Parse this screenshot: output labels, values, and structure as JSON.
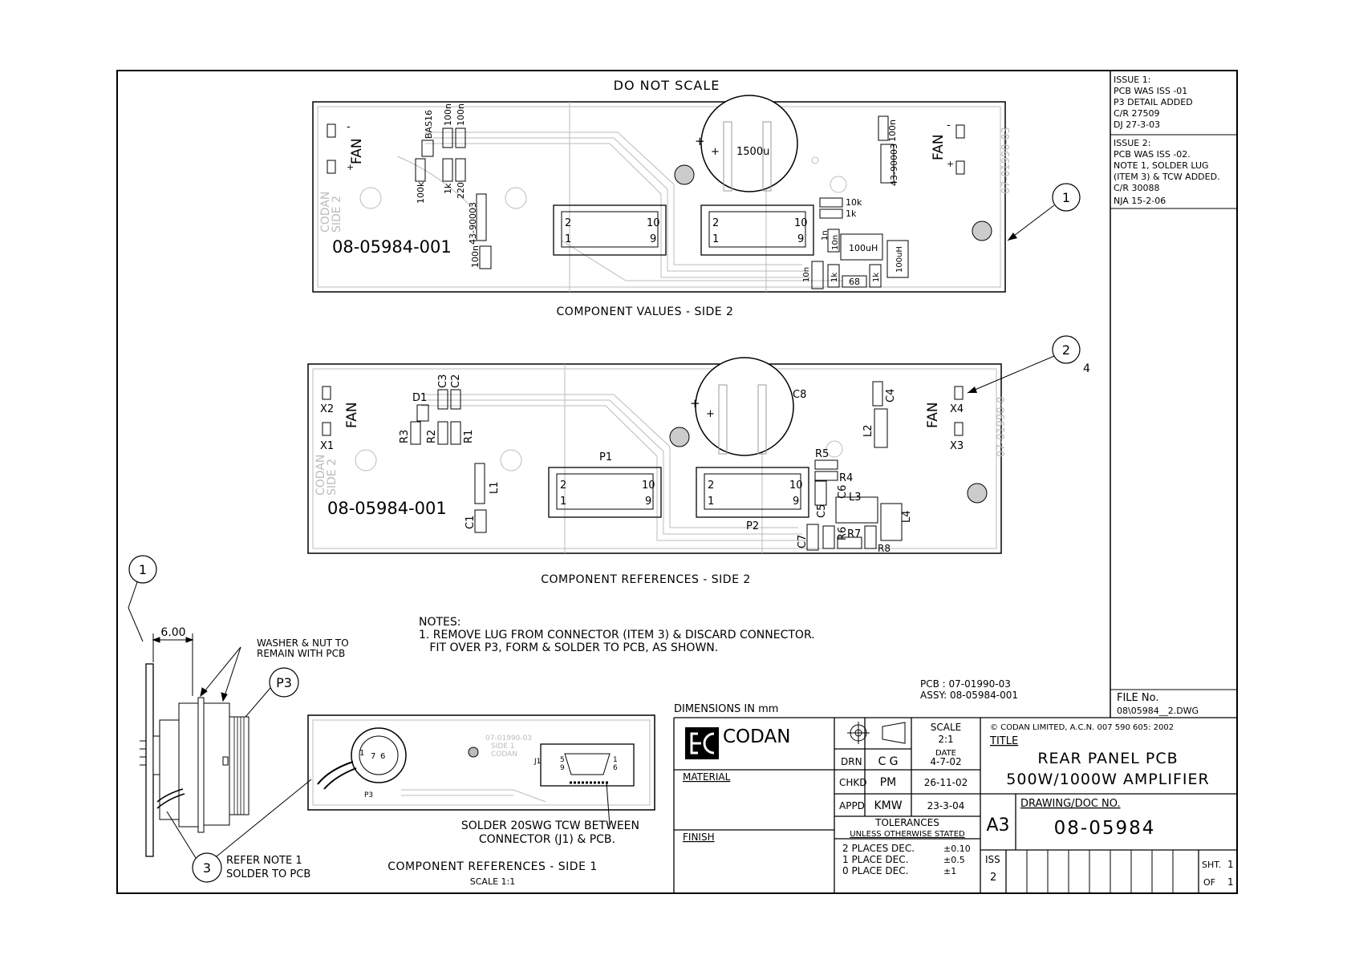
{
  "header": {
    "do_not_scale": "DO NOT SCALE"
  },
  "revisions": [
    {
      "lines": [
        "ISSUE 1:",
        "PCB WAS ISS -01",
        "P3 DETAIL ADDED",
        "C/R 27509",
        "DJ   27-3-03"
      ]
    },
    {
      "lines": [
        "ISSUE 2:",
        "PCB WAS ISS -02.",
        "NOTE 1, SOLDER LUG",
        "(ITEM 3) & TCW ADDED.",
        "C/R 30088",
        "NJA  15-2-06"
      ]
    }
  ],
  "view1": {
    "caption": "COMPONENT VALUES - SIDE 2",
    "part_number": "08-05984-001",
    "codan_side": [
      "CODAN",
      "SIDE 2"
    ],
    "fan": "FAN",
    "pcb_mark": "07-01990-03",
    "cap_value": "1500u",
    "plus": "+",
    "minus": "-",
    "components": [
      "BAS16",
      "100n",
      "100n",
      "100k",
      "1k",
      "220",
      "43-90003",
      "100n",
      "100n",
      "43-90003",
      "10k",
      "1k",
      "1n",
      "10n",
      "100uH",
      "100uH",
      "10n",
      "1k",
      "68",
      "1k"
    ],
    "conn_pins": [
      "2",
      "10",
      "1",
      "9"
    ]
  },
  "view2": {
    "caption": "COMPONENT REFERENCES - SIDE 2",
    "part_number": "08-05984-001",
    "codan_side": [
      "CODAN",
      "SIDE 2"
    ],
    "fan": "FAN",
    "pcb_mark": "07-01990-0",
    "refs": [
      "X2",
      "X1",
      "D1",
      "C3",
      "C2",
      "R3",
      "R2",
      "R1",
      "L1",
      "C1",
      "P1",
      "C8",
      "C4",
      "L2",
      "X4",
      "X3",
      "R5",
      "R4",
      "C6",
      "C5",
      "L3",
      "L4",
      "P2",
      "C7",
      "R6",
      "R7",
      "R8"
    ],
    "conn_pins": [
      "2",
      "10",
      "1",
      "9"
    ]
  },
  "balloons": {
    "b1": "1",
    "b2": "2",
    "b2_qty": "4",
    "b3": "3",
    "p3": "P3"
  },
  "side_view": {
    "dim": "6.00",
    "washer_note": [
      "WASHER & NUT TO",
      "REMAIN WITH PCB"
    ],
    "refer_note": [
      "REFER NOTE 1",
      "SOLDER TO PCB"
    ]
  },
  "view3": {
    "caption": "COMPONENT REFERENCES - SIDE 1",
    "scale": "SCALE 1:1",
    "solder_note": [
      "SOLDER 20SWG TCW BETWEEN",
      "CONNECTOR (J1) & PCB."
    ],
    "pcb_mark": [
      "07-01990-03",
      "SIDE 1",
      "CODAN"
    ],
    "p3": "P3",
    "j1": "J1",
    "pins": [
      "5",
      "9",
      "1",
      "6",
      "1",
      "7",
      "6"
    ]
  },
  "notes": {
    "title": "NOTES:",
    "lines": [
      "1. REMOVE LUG FROM CONNECTOR (ITEM 3) & DISCARD CONNECTOR.",
      "   FIT OVER P3, FORM & SOLDER TO PCB, AS SHOWN."
    ]
  },
  "pcb_info": {
    "pcb": "PCB : 07-01990-03",
    "assy": "ASSY: 08-05984-001"
  },
  "dimensions_in": "DIMENSIONS IN mm",
  "title_block": {
    "logo_text": "CODAN",
    "material": "MATERIAL",
    "finish": "FINISH",
    "scale_label": "SCALE",
    "scale_value": "2:1",
    "date_label": "DATE",
    "drn_label": "DRN",
    "drn_initials": "C G",
    "drn_date": "4-7-02",
    "chkd_label": "CHKD",
    "chkd_initials": "PM",
    "chkd_date": "26-11-02",
    "appd_label": "APPD",
    "appd_initials": "KMW",
    "appd_date": "23-3-04",
    "tolerances": "TOLERANCES",
    "unless": "UNLESS OTHERWISE STATED",
    "tol_rows": [
      {
        "label": "2 PLACES DEC.",
        "value": "±0.10"
      },
      {
        "label": "1 PLACE DEC.",
        "value": "±0.5"
      },
      {
        "label": "0 PLACE DEC.",
        "value": "±1"
      }
    ],
    "copyright": "©  CODAN LIMITED, A.C.N. 007 590 605:  2002",
    "title_label": "TITLE",
    "title_line1": "REAR PANEL PCB",
    "title_line2": "500W/1000W AMPLIFIER",
    "size": "A3",
    "drawing_no_label": "DRAWING/DOC NO.",
    "drawing_no": "08-05984",
    "iss_label": "ISS",
    "iss_value": "2",
    "sht_label": "SHT.",
    "sht_value": "1",
    "of_label": "OF",
    "of_value": "1",
    "file_label": "FILE No.",
    "file_value": "08\\05984__2.DWG"
  }
}
